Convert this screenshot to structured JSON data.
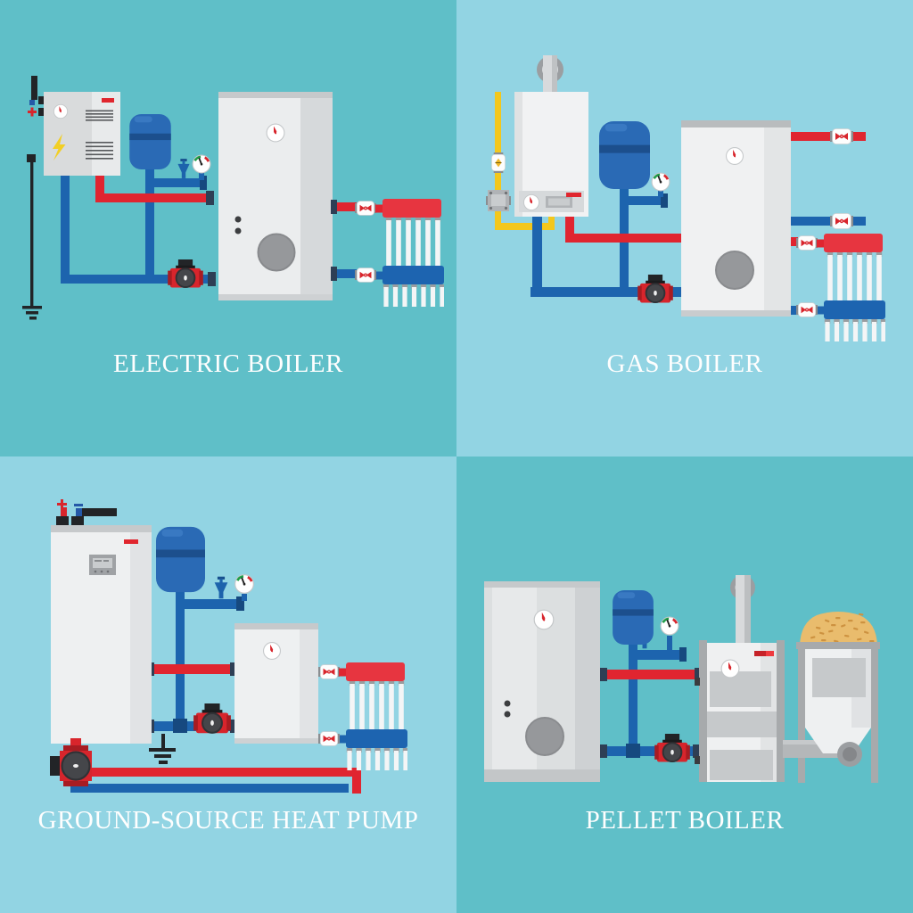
{
  "poster": {
    "description": "Flat vector illustration set of four home heating systems",
    "label_text_color": "#ffffff"
  },
  "quads": [
    {
      "id": "electric-boiler",
      "label": "ELECTRIC BOILER",
      "background_color": "#5fbfc8",
      "components": [
        "electric-boiler-unit",
        "breaker-switch",
        "grounding-wire",
        "expansion-tank",
        "safety-valve",
        "pressure-gauge",
        "temperature-gauge",
        "circulation-pump",
        "hot-water-tank",
        "shutoff-valve",
        "supply-manifold",
        "return-manifold"
      ]
    },
    {
      "id": "gas-boiler",
      "label": "GAS BOILER",
      "background_color": "#92d4e3",
      "components": [
        "wall-mounted-gas-boiler",
        "chimney",
        "gas-pipe",
        "gas-valve",
        "gas-meter",
        "expansion-tank",
        "safety-pressure-gauge",
        "temperature-gauge",
        "circulation-pump",
        "hot-water-tank",
        "shutoff-valve",
        "supply-manifold",
        "return-manifold"
      ]
    },
    {
      "id": "ground-source-heat-pump",
      "label": "GROUND-SOURCE HEAT PUMP",
      "background_color": "#92d4e3",
      "components": [
        "heat-pump-unit",
        "control-display",
        "expansion-tank",
        "safety-valve",
        "pressure-gauge",
        "buffer-tank",
        "temperature-gauge",
        "circulation-pump",
        "ground-loop-pump",
        "ground-loop-pipes",
        "grounding-symbol",
        "supply-manifold",
        "return-manifold"
      ]
    },
    {
      "id": "pellet-boiler",
      "label": "PELLET BOILER",
      "background_color": "#5fbfc8",
      "components": [
        "storage-tank",
        "temperature-gauge",
        "expansion-tank",
        "safety-valve",
        "pressure-gauge",
        "circulation-pump",
        "pellet-boiler-unit",
        "chimney",
        "pellet-hopper",
        "wood-pellets",
        "auger-feed-pipe"
      ]
    }
  ],
  "palette": {
    "background_teal": "#5fbfc8",
    "background_light_blue": "#92d4e3",
    "pipe_hot_red": "#e02530",
    "manifold_red": "#e73540",
    "pipe_cold_blue": "#1d64ae",
    "expansion_tank_blue": "#2a6ab5",
    "gas_pipe_yellow": "#f3c71c",
    "pump_red": "#d7252c",
    "equipment_light_gray": "#eceeef",
    "equipment_gray": "#c9ccce",
    "dark_fitting": "#2e3f55",
    "pellets_gold": "#e9bc6d",
    "label_text": "#ffffff"
  }
}
